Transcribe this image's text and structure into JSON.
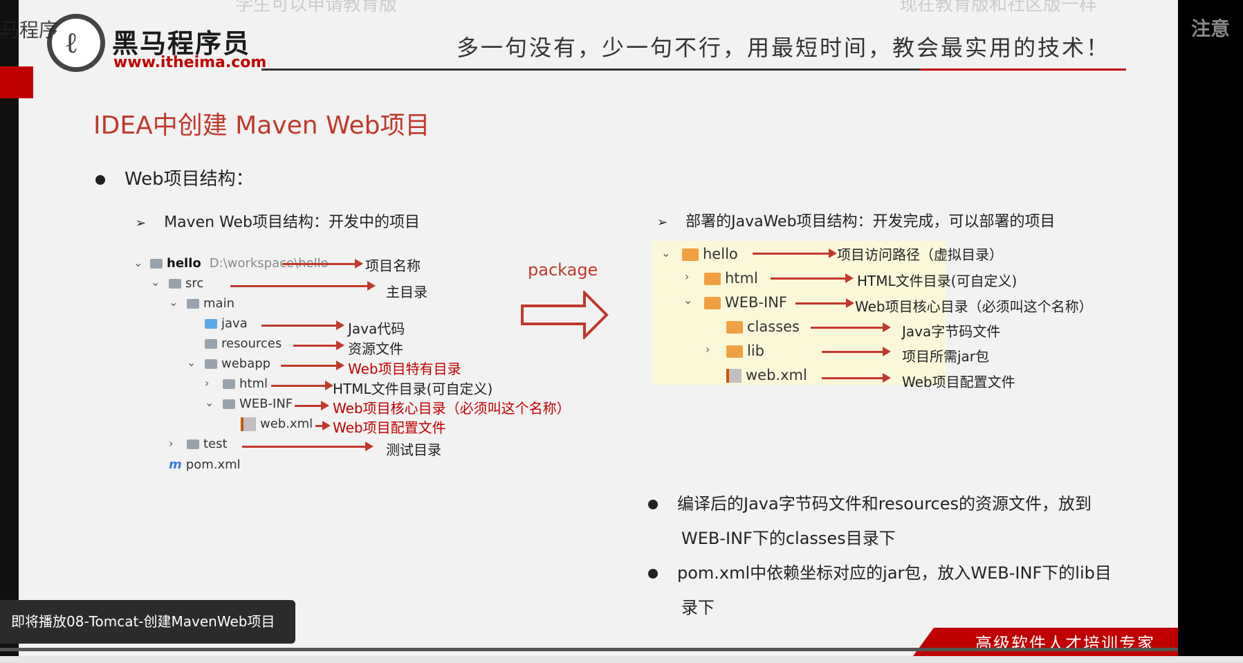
{
  "header": {
    "overlay_tag": "马程序",
    "logo_cn": "黑马程序员",
    "logo_url": "www.itheima.com",
    "slogan": "多一句没有，少一句不行，用最短时间，教会最实用的技术！",
    "top_faded_left": "学生可以申请教育版",
    "top_faded_right": "现在教育版和社区版一样",
    "notice": "注意"
  },
  "slide": {
    "title": "IDEA中创建 Maven Web项目",
    "bullet_main": "Web项目结构：",
    "left_heading": "Maven Web项目结构：开发中的项目",
    "right_heading": "部署的JavaWeb项目结构：开发完成，可以部署的项目",
    "package_label": "package",
    "left_tree": {
      "hello": "hello",
      "hello_path": "D:\\workspace\\hello",
      "src": "src",
      "main": "main",
      "java": "java",
      "resources": "resources",
      "webapp": "webapp",
      "html": "html",
      "webinf": "WEB-INF",
      "webxml": "web.xml",
      "test": "test",
      "pom": "pom.xml"
    },
    "left_labels": {
      "project_name": "项目名称",
      "main_dir": "主目录",
      "java_code": "Java代码",
      "resource_files": "资源文件",
      "web_special": "Web项目特有目录",
      "html_dir": "HTML文件目录(可自定义)",
      "webinf_core": "Web项目核心目录（必须叫这个名称）",
      "web_config": "Web项目配置文件",
      "test_dir": "测试目录"
    },
    "right_tree": {
      "hello": "hello",
      "html": "html",
      "webinf": "WEB-INF",
      "classes": "classes",
      "lib": "lib",
      "webxml": "web.xml"
    },
    "right_labels": {
      "access_path": "项目访问路径（虚拟目录）",
      "html_dir": "HTML文件目录(可自定义)",
      "webinf_core": "Web项目核心目录（必须叫这个名称）",
      "bytecode": "Java字节码文件",
      "jar": "项目所需jar包",
      "web_config": "Web项目配置文件"
    },
    "note1_line1": "编译后的Java字节码文件和resources的资源文件，放到",
    "note1_line2": "WEB-INF下的classes目录下",
    "note2_line1": "pom.xml中依赖坐标对应的jar包，放入WEB-INF下的lib目",
    "note2_line2": "录下",
    "footer": "高级软件人才培训专家"
  },
  "player": {
    "up_next": "即将播放08-Tomcat-创建MavenWeb项目"
  }
}
